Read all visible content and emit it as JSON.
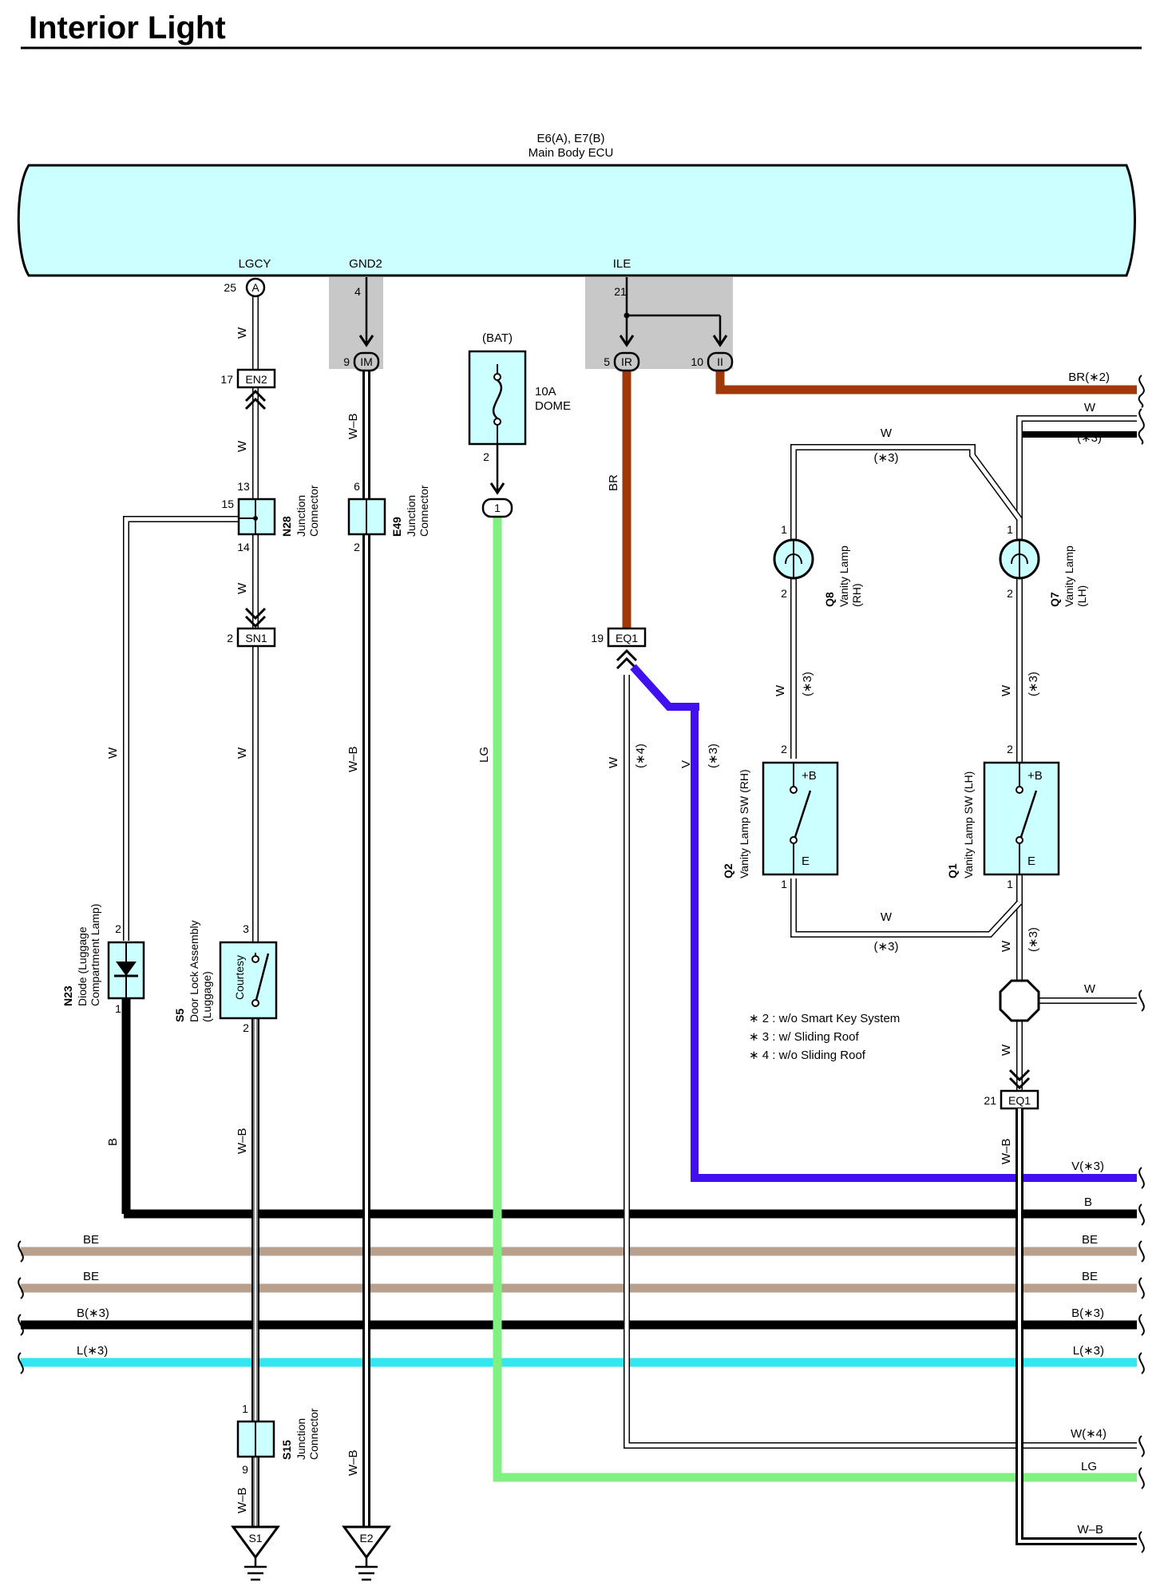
{
  "title": "Interior Light",
  "ecu": {
    "ids": "E6(A), E7(B)",
    "name": "Main Body ECU",
    "terminals": {
      "lgcy": "LGCY",
      "gnd2": "GND2",
      "ile": "ILE"
    }
  },
  "colors": {
    "ecu_fill": "#ccffff",
    "connector_fill": "#ccffff",
    "shade": "#c8c8c8",
    "BR": "#a0380a",
    "LG": "#80f080",
    "V": "#4010f0",
    "B": "#000000",
    "BE": "#b8a08c",
    "L": "#30e8f0"
  },
  "pins": {
    "p25": "25",
    "pA": "A",
    "p4": "4",
    "p9": "9",
    "pIM": "IM",
    "p21": "21",
    "p5": "5",
    "pIR": "IR",
    "p10": "10",
    "pII": "II",
    "p17": "17",
    "p13": "13",
    "p15": "15",
    "p14": "14",
    "p2": "2",
    "p6": "6",
    "p1": "1",
    "p3": "3",
    "p19": "19",
    "p9b": "9"
  },
  "connectors": {
    "en2": "EN2",
    "sn1": "SN1",
    "eq1": "EQ1",
    "s1": "S1",
    "e2": "E2"
  },
  "fuse": {
    "source": "(BAT)",
    "rating": "10A",
    "name": "DOME"
  },
  "components": {
    "n28": {
      "id": "N28",
      "line1": "Junction",
      "line2": "Connector"
    },
    "e49": {
      "id": "E49",
      "line1": "Junction",
      "line2": "Connector"
    },
    "s15": {
      "id": "S15",
      "line1": "Junction",
      "line2": "Connector"
    },
    "q8": {
      "id": "Q8",
      "line1": "Vanity Lamp",
      "line2": "(RH)"
    },
    "q7": {
      "id": "Q7",
      "line1": "Vanity Lamp",
      "line2": "(LH)"
    },
    "q2": {
      "id": "Q2",
      "line1": "Vanity Lamp SW (RH)",
      "plus": "+B",
      "e": "E"
    },
    "q1": {
      "id": "Q1",
      "line1": "Vanity Lamp SW (LH)",
      "plus": "+B",
      "e": "E"
    },
    "n23": {
      "id": "N23",
      "line1": "Diode (Luggage",
      "line2": "Compartment Lamp)"
    },
    "s5": {
      "id": "S5",
      "line1": "Door Lock Assembly",
      "line2": "(Luggage)",
      "inner": "Courtesy"
    }
  },
  "wire_labels": {
    "w": "W",
    "wb": "W–B",
    "br": "BR",
    "lg": "LG",
    "v": "V",
    "b": "B",
    "star3": "(∗3)",
    "star4": "(∗4)"
  },
  "right_edge": {
    "br_s2": "BR(∗2)",
    "w": "W",
    "s3": "(∗3)",
    "w2": "W",
    "v_s3": "V(∗3)",
    "b": "B",
    "be1": "BE",
    "be2": "BE",
    "b_s3": "B(∗3)",
    "l_s3": "L(∗3)",
    "w_s4": "W(∗4)",
    "lg": "LG",
    "wb": "W–B"
  },
  "left_edge": {
    "be1": "BE",
    "be2": "BE",
    "b_s3": "B(∗3)",
    "l_s3": "L(∗3)"
  },
  "notes": [
    "∗ 2 : w/o Smart Key System",
    "∗ 3 : w/ Sliding Roof",
    "∗ 4 : w/o Sliding Roof"
  ]
}
